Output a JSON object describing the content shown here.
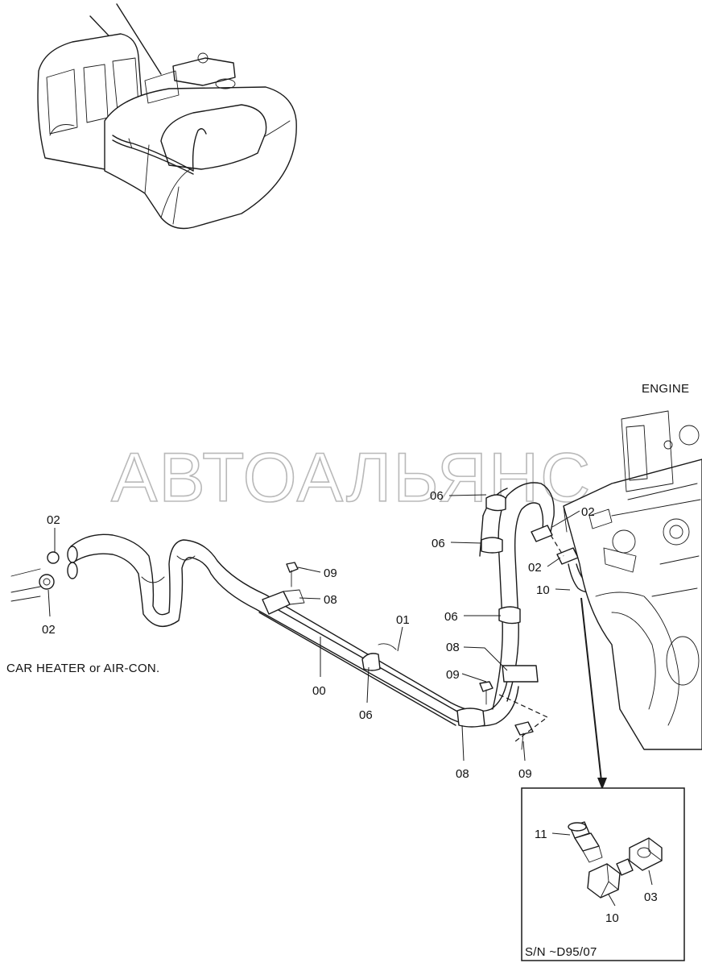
{
  "watermark": "АВТОАЛЬЯНС",
  "captions": {
    "engine": "ENGINE",
    "heater": "CAR HEATER or AIR-CON.",
    "serial": "S/N  ~D95/07"
  },
  "part_labels": {
    "p02_top_left": "02",
    "p02_bottom_left": "02",
    "p09_upper": "09",
    "p08_upper": "08",
    "p01": "01",
    "p00": "00",
    "p06_left": "06",
    "p08_lower_left": "08",
    "p09_lower": "09",
    "p06_top": "06",
    "p06_mid": "06",
    "p06_lower": "06",
    "p08_right": "08",
    "p09_mid": "09",
    "p02_right_upper": "02",
    "p02_right_lower": "02",
    "p10_main": "10",
    "p11_detail": "11",
    "p10_detail": "10",
    "p03_detail": "03"
  }
}
